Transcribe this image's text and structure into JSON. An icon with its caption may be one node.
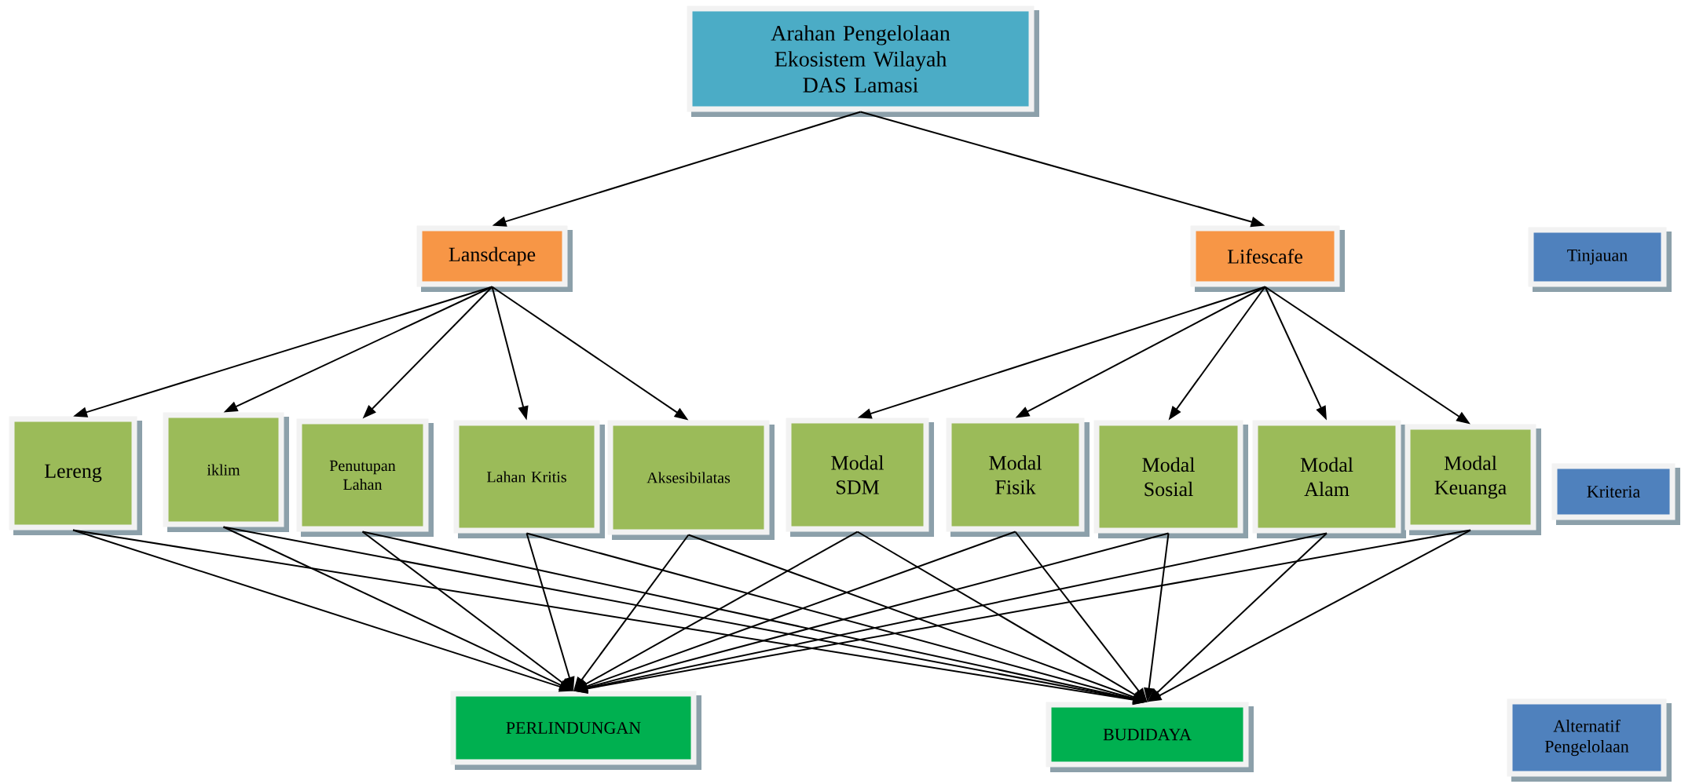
{
  "diagram": {
    "nodes": [
      {
        "text": [
          "Arahan Pengelolaan Ekosistem Wilayah DAS Lamasi"
        ]
      },
      {
        "text": [
          "Lansdcape"
        ]
      },
      {
        "text": [
          "Lifescafe"
        ]
      },
      {
        "text": [
          "Tinjauan"
        ]
      },
      {
        "text": [
          "Lereng"
        ]
      },
      {
        "text": [
          "iklim"
        ]
      },
      {
        "text": [
          "Penutupan Lahan"
        ]
      },
      {
        "text": [
          "Lahan Kritis"
        ]
      },
      {
        "text": [
          "Aksesibilatas"
        ]
      },
      {
        "text": [
          "Modal SDM"
        ]
      },
      {
        "text": [
          "Modal Fisik"
        ]
      },
      {
        "text": [
          "Modal Sosial"
        ]
      },
      {
        "text": [
          "Modal Alam"
        ]
      },
      {
        "text": [
          "Modal Keuanga"
        ]
      },
      {
        "text": [
          "Kriteria"
        ]
      },
      {
        "text": [
          "PERLINDUNGAN"
        ]
      },
      {
        "text": [
          "BUDIDAYA"
        ]
      },
      {
        "text": [
          "Alternatif Pengelolaan"
        ]
      }
    ],
    "edges": [
      {
        "from": 0,
        "to": 1,
        "arrow": "to"
      },
      {
        "from": 0,
        "to": 2,
        "arrow": "to"
      },
      {
        "from": 1,
        "to": 4,
        "arrow": "to"
      },
      {
        "from": 1,
        "to": 5,
        "arrow": "to"
      },
      {
        "from": 1,
        "to": 6,
        "arrow": "to"
      },
      {
        "from": 1,
        "to": 7,
        "arrow": "to"
      },
      {
        "from": 1,
        "to": 8,
        "arrow": "to"
      },
      {
        "from": 2,
        "to": 9,
        "arrow": "to"
      },
      {
        "from": 2,
        "to": 10,
        "arrow": "to"
      },
      {
        "from": 2,
        "to": 11,
        "arrow": "to"
      },
      {
        "from": 2,
        "to": 12,
        "arrow": "to"
      },
      {
        "from": 2,
        "to": 13,
        "arrow": "to"
      },
      {
        "from": 4,
        "to": 15,
        "arrow": "to"
      },
      {
        "from": 4,
        "to": 16,
        "arrow": "to"
      },
      {
        "from": 5,
        "to": 15,
        "arrow": "to"
      },
      {
        "from": 5,
        "to": 16,
        "arrow": "to"
      },
      {
        "from": 6,
        "to": 15,
        "arrow": "to"
      },
      {
        "from": 6,
        "to": 16,
        "arrow": "to"
      },
      {
        "from": 7,
        "to": 15,
        "arrow": "to"
      },
      {
        "from": 7,
        "to": 16,
        "arrow": "to"
      },
      {
        "from": 8,
        "to": 15,
        "arrow": "to"
      },
      {
        "from": 8,
        "to": 16,
        "arrow": "to"
      },
      {
        "from": 9,
        "to": 15,
        "arrow": "to"
      },
      {
        "from": 9,
        "to": 16,
        "arrow": "to"
      },
      {
        "from": 10,
        "to": 15,
        "arrow": "to"
      },
      {
        "from": 10,
        "to": 16,
        "arrow": "to"
      },
      {
        "from": 11,
        "to": 15,
        "arrow": "to"
      },
      {
        "from": 11,
        "to": 16,
        "arrow": "to"
      },
      {
        "from": 12,
        "to": 15,
        "arrow": "to"
      },
      {
        "from": 12,
        "to": 16,
        "arrow": "to"
      },
      {
        "from": 13,
        "to": 15,
        "arrow": "to"
      },
      {
        "from": 13,
        "to": 16,
        "arrow": "to"
      }
    ]
  }
}
